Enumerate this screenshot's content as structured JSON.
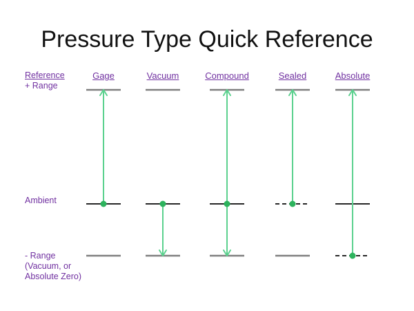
{
  "title": "Pressure Type Quick Reference",
  "colors": {
    "title": "#111111",
    "label": "#7030a0",
    "level_line": "#7f7f7f",
    "ambient_line": "#262626",
    "arrow": "#5bd18e",
    "dot": "#2db35d"
  },
  "row_labels": {
    "reference": "Reference",
    "plus_range": "+ Range",
    "ambient": "Ambient",
    "minus_range_1": "- Range",
    "minus_range_2": "(Vacuum, or",
    "minus_range_3": "Absolute Zero)"
  },
  "columns": [
    {
      "label": "Gage",
      "from": "ambient",
      "to": "plus_range",
      "ambient_dashed": false,
      "minus_dashed": false
    },
    {
      "label": "Vacuum",
      "from": "ambient",
      "to": "minus_range",
      "ambient_dashed": false,
      "minus_dashed": false
    },
    {
      "label": "Compound",
      "from": "ambient",
      "to": "plus_range",
      "to2": "minus_range",
      "ambient_dashed": false,
      "minus_dashed": false
    },
    {
      "label": "Sealed",
      "from": "ambient",
      "to": "plus_range",
      "ambient_dashed": true,
      "minus_dashed": false
    },
    {
      "label": "Absolute",
      "from": "minus_range",
      "to": "plus_range",
      "ambient_dashed": false,
      "minus_dashed": true
    }
  ]
}
